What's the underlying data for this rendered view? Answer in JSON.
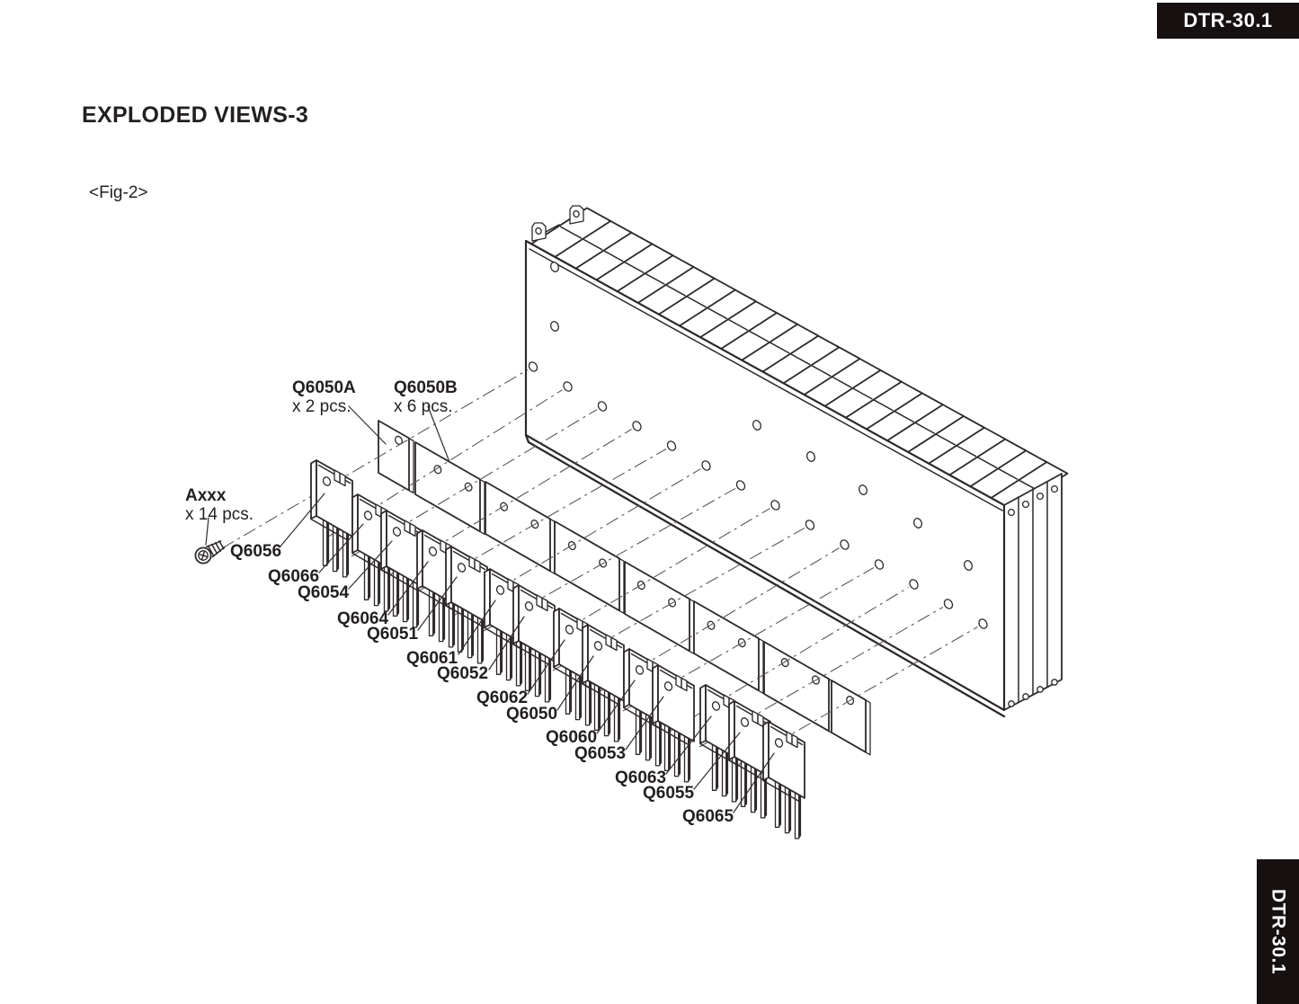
{
  "page": {
    "doc_code_top": "DTR-30.1",
    "doc_code_side": "DTR-30.1",
    "title": "EXPLODED VIEWS-3",
    "figure_label": "<Fig-2>"
  },
  "colors": {
    "banner_bg": "#161011",
    "banner_text": "#ffffff",
    "line": "#2e2929",
    "paper": "#ffffff"
  },
  "diagram": {
    "description": "Exploded view of power-amplifier heatsink with output transistors, insulator sheets and mounting screws",
    "fastener": {
      "ref": "Axxx",
      "qty": "x 14 pcs."
    },
    "insulator_a": {
      "ref": "Q6050A",
      "qty": "x 2 pcs."
    },
    "insulator_b": {
      "ref": "Q6050B",
      "qty": "x 6 pcs."
    },
    "transistors": [
      "Q6056",
      "Q6066",
      "Q6054",
      "Q6064",
      "Q6051",
      "Q6061",
      "Q6052",
      "Q6062",
      "Q6050",
      "Q6060",
      "Q6053",
      "Q6063",
      "Q6055",
      "Q6065"
    ]
  }
}
